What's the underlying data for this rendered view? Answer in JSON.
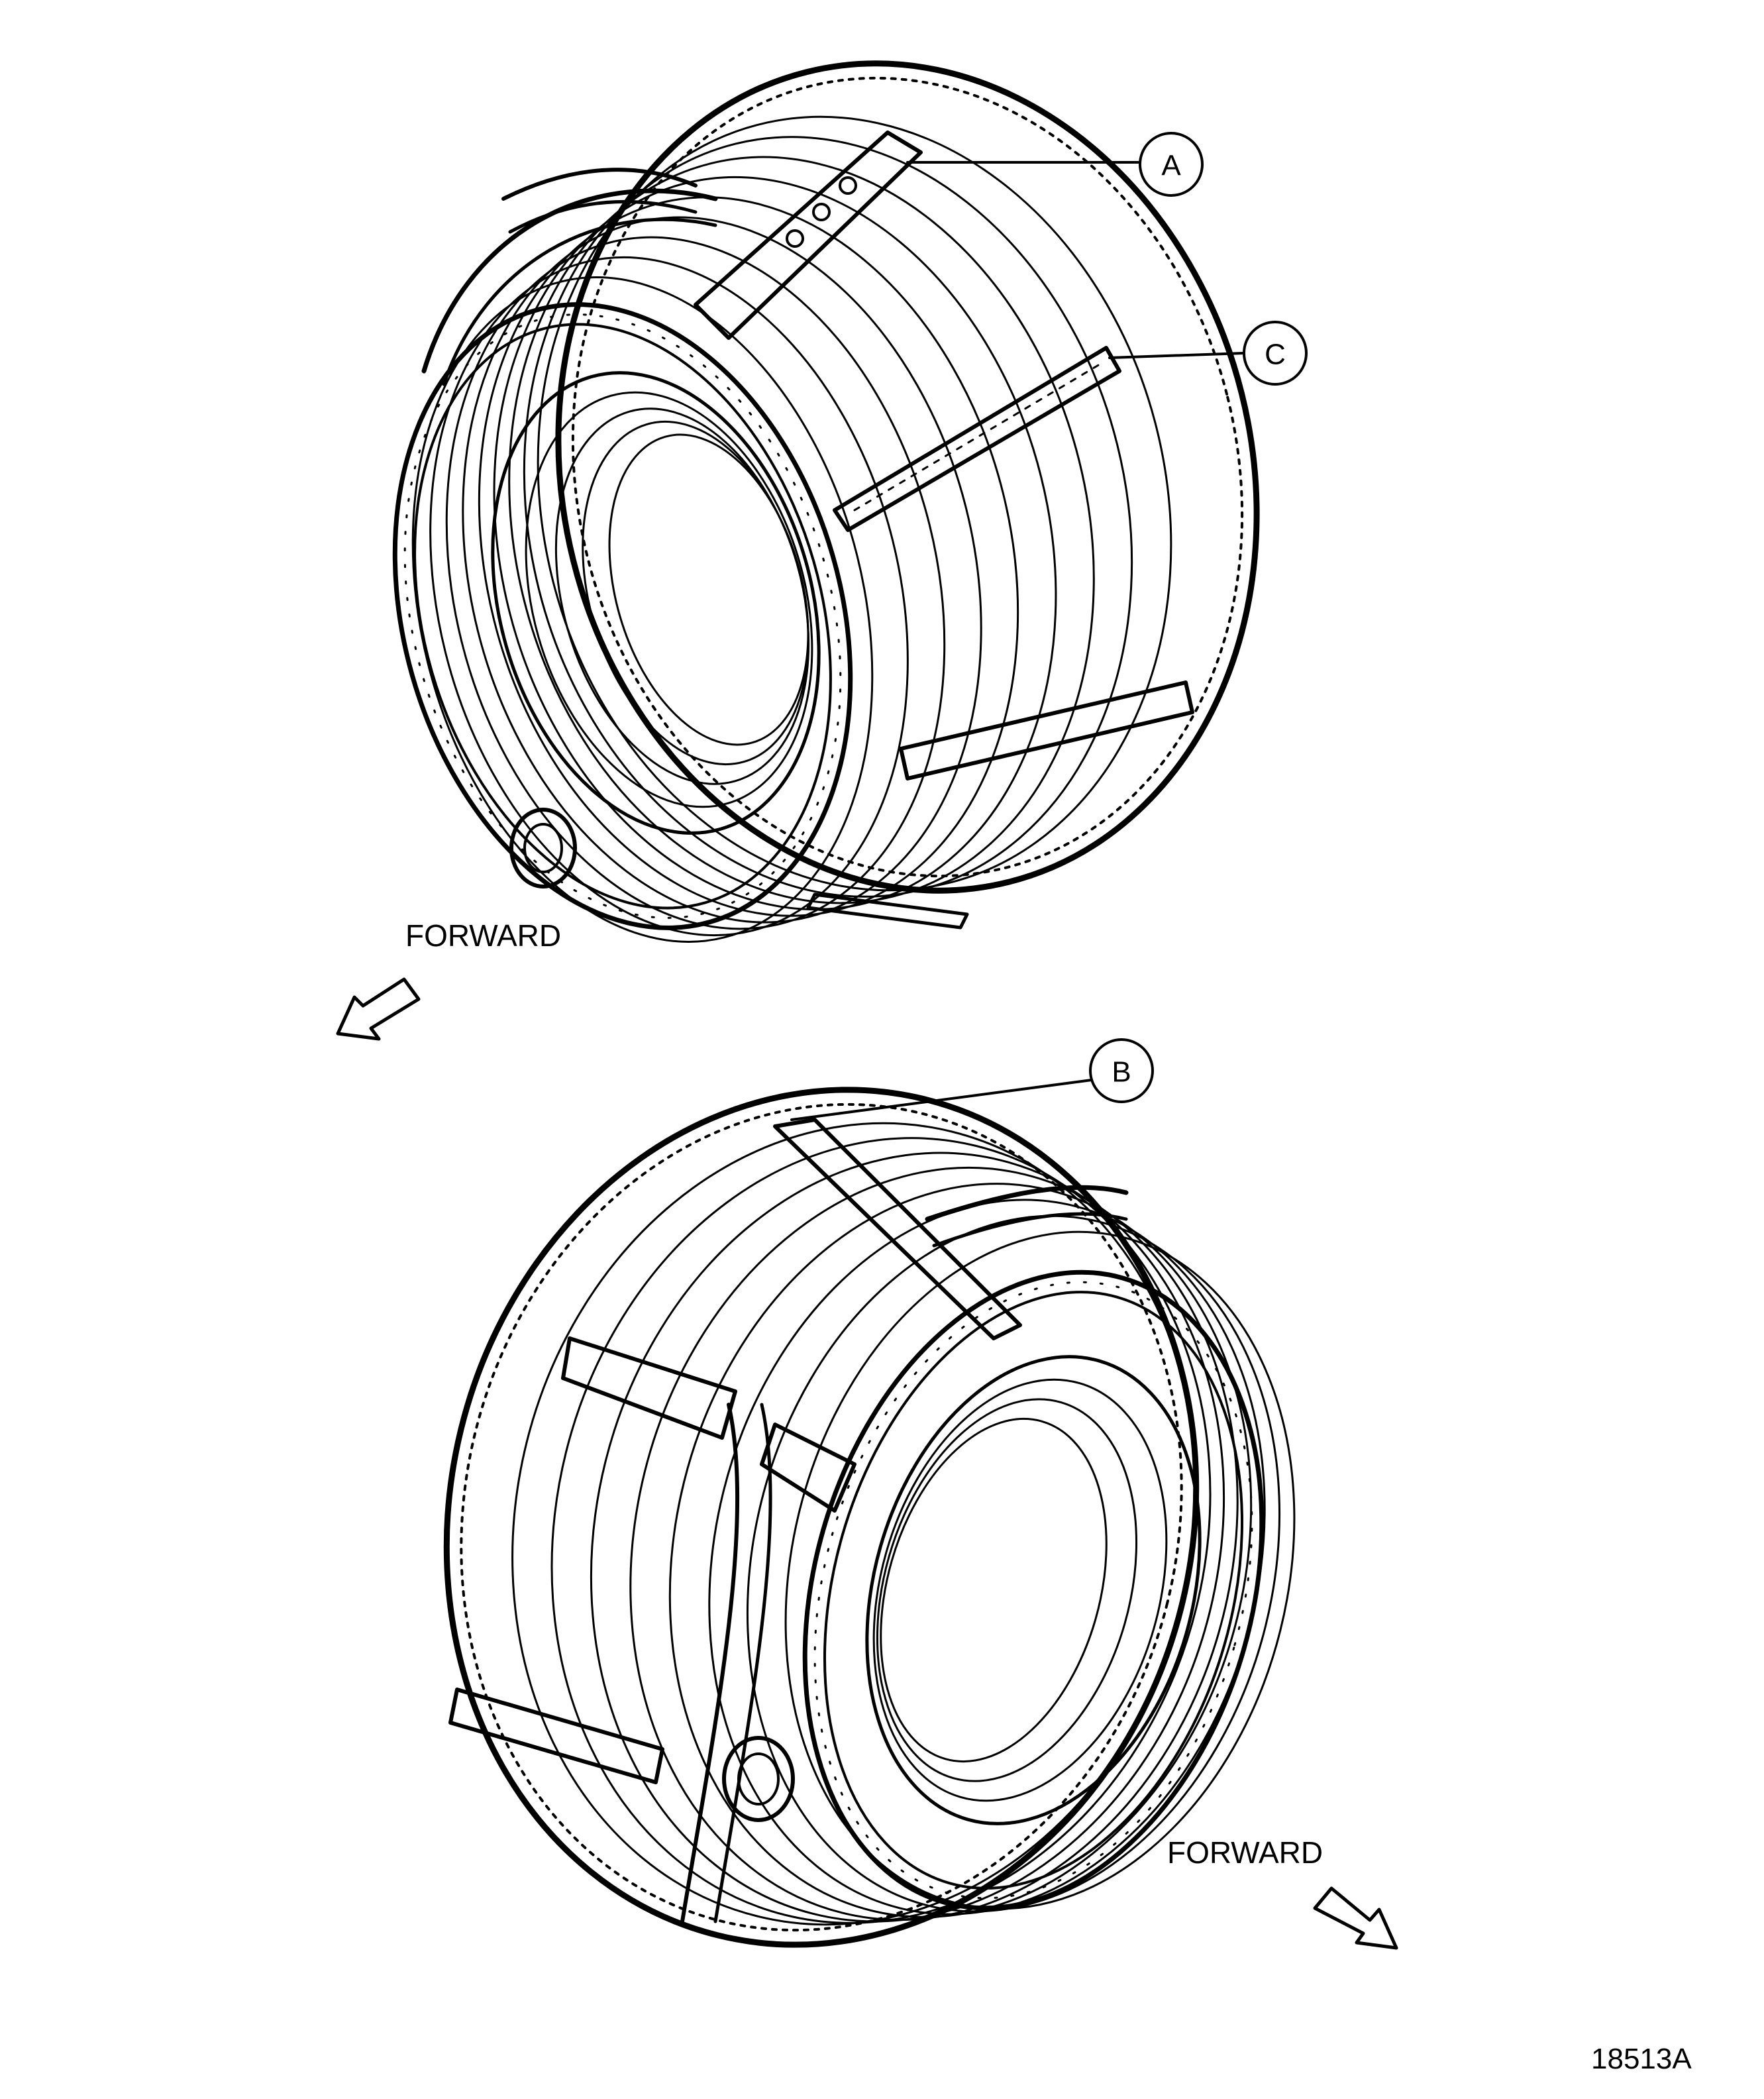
{
  "figure_number": "18513A",
  "direction_labels": {
    "top": "FORWARD",
    "bottom": "FORWARD"
  },
  "callouts": [
    {
      "id": "A",
      "letter": "A"
    },
    {
      "id": "C",
      "letter": "C"
    },
    {
      "id": "B",
      "letter": "B"
    }
  ],
  "colors": {
    "ink": "#000000",
    "paper": "#ffffff"
  }
}
